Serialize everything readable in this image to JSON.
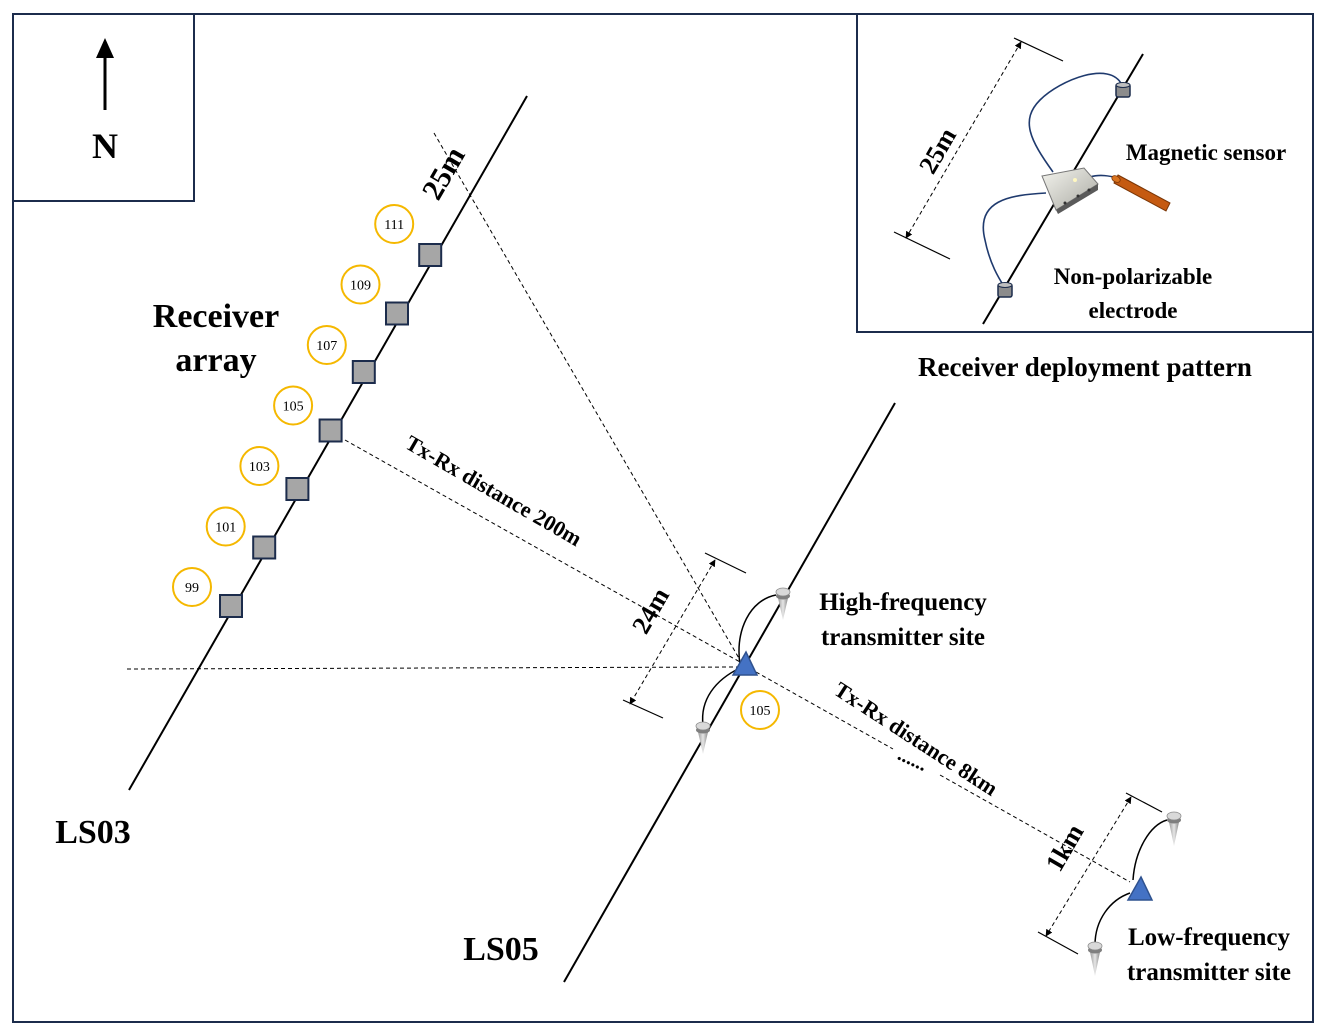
{
  "compass": {
    "label": "N",
    "icon": "north-arrow-icon"
  },
  "inset": {
    "title": "Receiver deployment pattern",
    "spacing_label": "25m",
    "magnetic_sensor_label": "Magnetic sensor",
    "electrode_label_line1": "Non-polarizable",
    "electrode_label_line2": "electrode"
  },
  "receiver_array": {
    "label_line1": "Receiver",
    "label_line2": "array",
    "spacing_label": "25m",
    "stations": [
      "99",
      "101",
      "103",
      "105",
      "107",
      "109",
      "111"
    ]
  },
  "lines": {
    "ls03": "LS03",
    "ls05": "LS05"
  },
  "high_freq_tx": {
    "label_line1": "High-frequency",
    "label_line2": "transmitter site",
    "dipole_label": "24m",
    "station": "105",
    "distance_label": "Tx-Rx distance 200m"
  },
  "low_freq_tx": {
    "label_line1": "Low-frequency",
    "label_line2": "transmitter site",
    "dipole_label": "1km",
    "distance_label": "Tx-Rx distance 8km",
    "ellipsis": "......"
  },
  "colors": {
    "frame": "#1c2c4c",
    "station_ring": "#f5b800",
    "receiver_box": "#a6a6a6",
    "transmitter": "#4472c4",
    "magnetic_sensor": "#c55a11"
  }
}
